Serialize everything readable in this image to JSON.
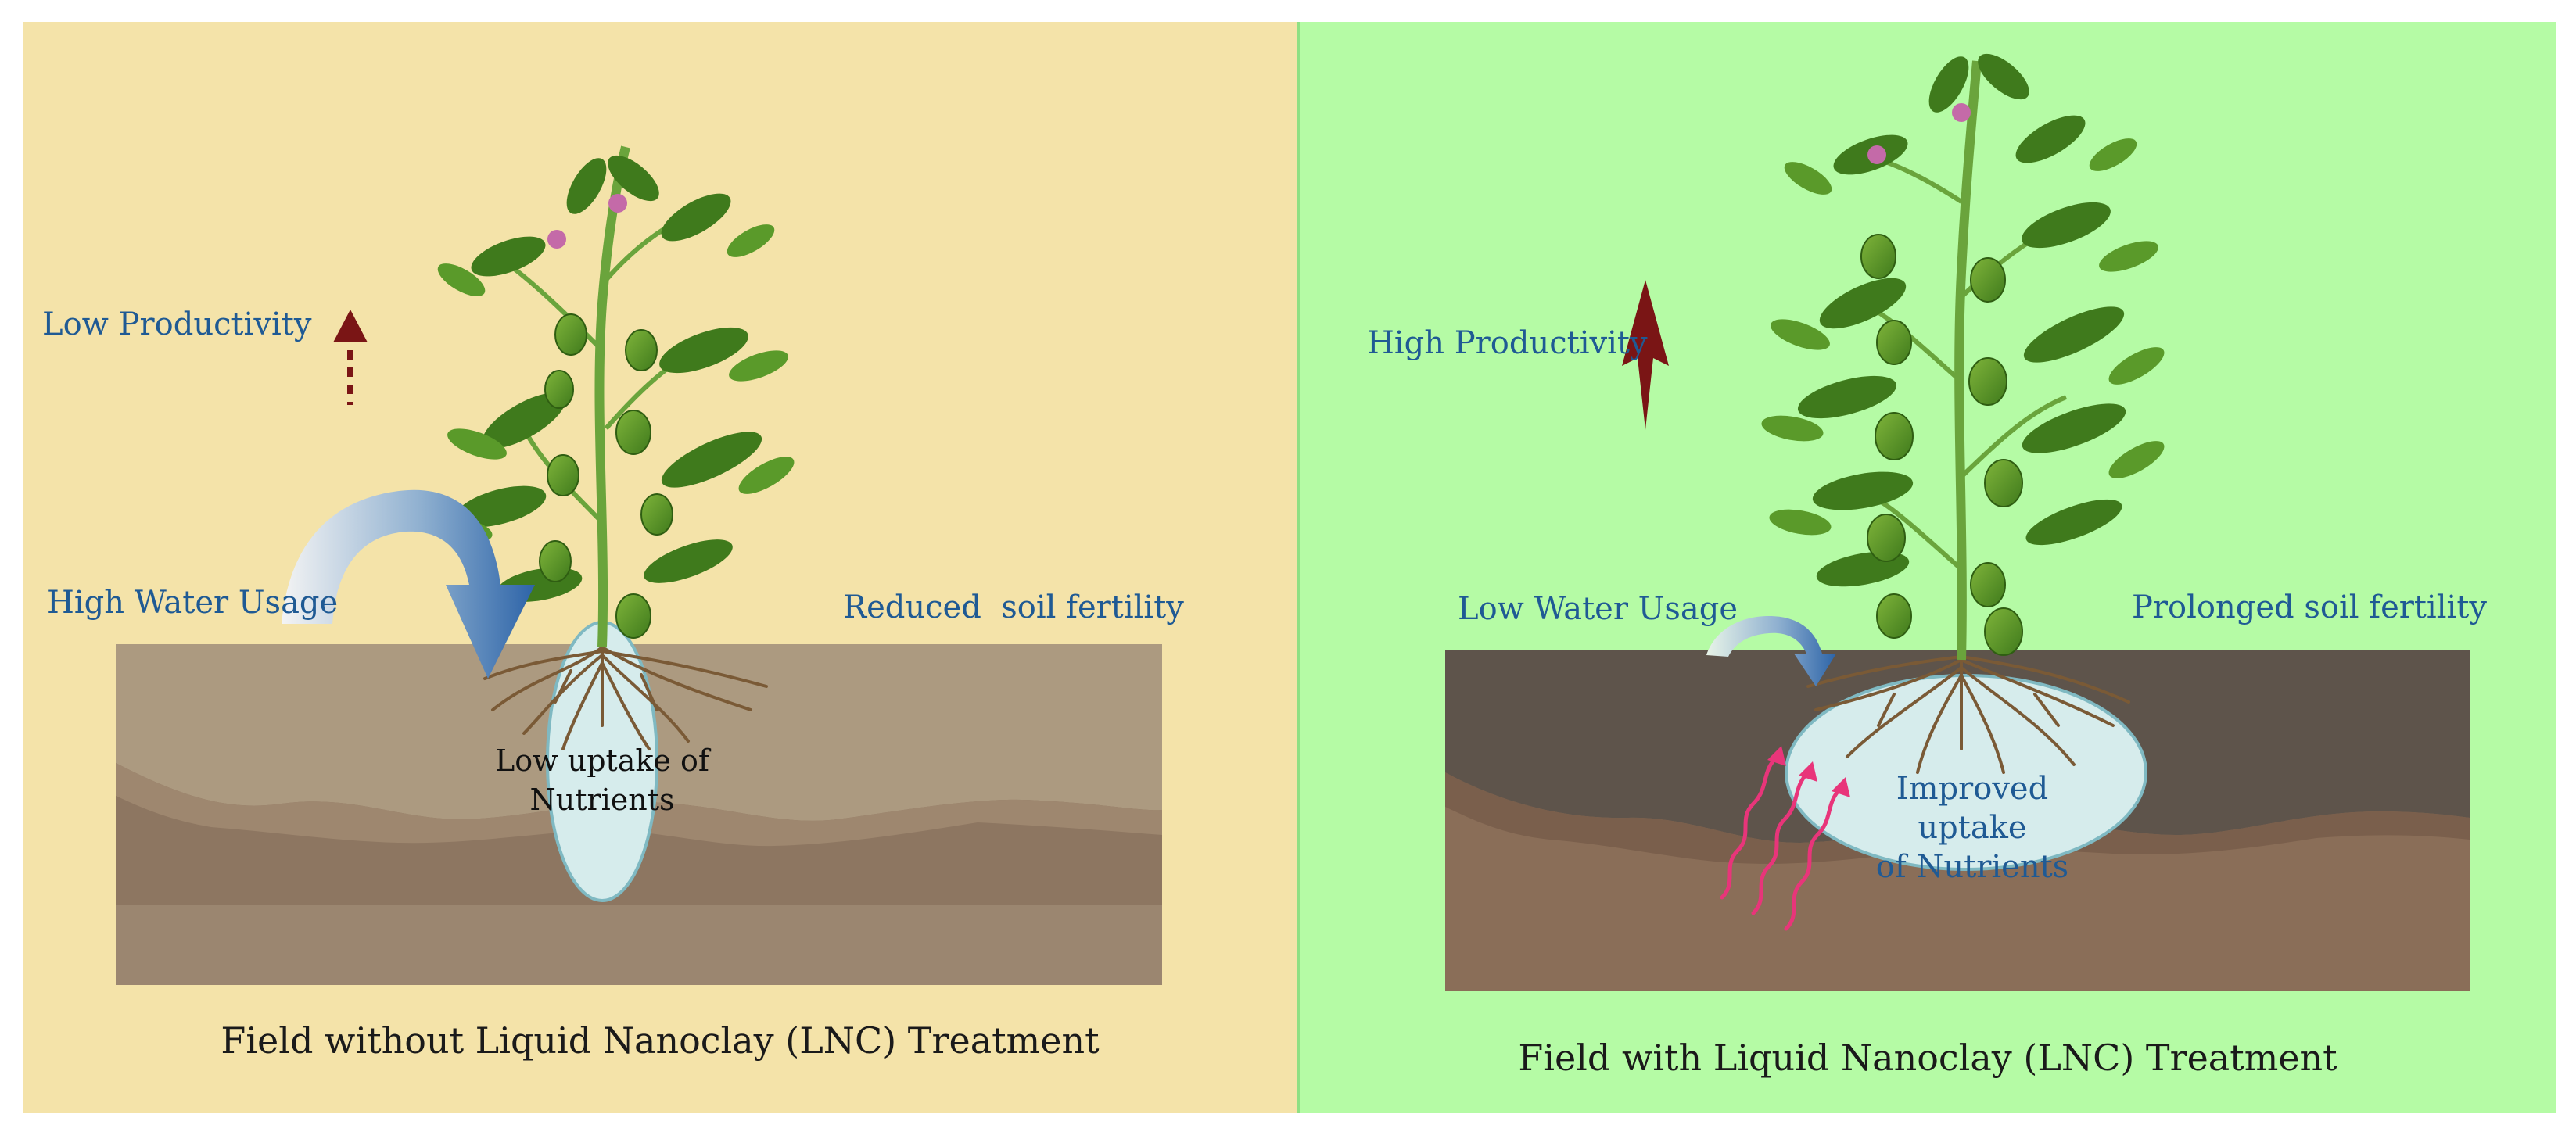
{
  "left_panel": {
    "productivity_label": "Low Productivity",
    "water_label": "High Water Usage",
    "fertility_label": "Reduced  soil fertility",
    "uptake_line1": "Low uptake of",
    "uptake_line2": "Nutrients",
    "caption": "Field without Liquid Nanoclay (LNC) Treatment"
  },
  "right_panel": {
    "productivity_label": "High Productivity",
    "water_label": "Low Water Usage",
    "fertility_label": "Prolonged soil fertility",
    "uptake_line1": "Improved uptake",
    "uptake_line2": "of Nutrients",
    "caption": "Field with Liquid Nanoclay (LNC) Treatment"
  },
  "colors": {
    "left_background": "#f4e3a9",
    "right_background": "#b5fba5",
    "label_blue": "#1f5a94",
    "arrow_maroon": "#7a1515",
    "soil_light": "#a9977d",
    "soil_dark": "#5e544b",
    "root_zone": "#d6ecec",
    "nutrient_pink": "#e8357a"
  },
  "icons": [
    "plant-icon",
    "up-arrow-icon",
    "curved-arrow-icon",
    "roots-icon",
    "nutrient-waves-icon"
  ]
}
